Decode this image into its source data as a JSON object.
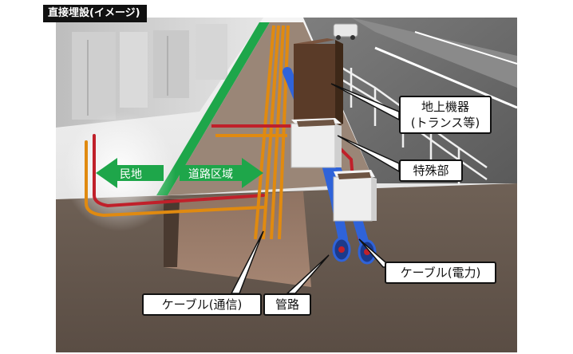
{
  "title": "直接埋設(イメージ)",
  "labels": {
    "minchi": "民地",
    "doro_kuiki": "道路区域",
    "chijo_kiki_line1": "地上機器",
    "chijo_kiki_line2": "(トランス等)",
    "tokushubu": "特殊部",
    "cable_denryoku": "ケーブル(電力)",
    "cable_tsushin": "ケーブル(通信)",
    "kanro": "管路"
  },
  "colors": {
    "arrow_green": "#1ea64a",
    "cable_orange": "#e08a10",
    "cable_red": "#c0202a",
    "pipe_blue": "#2f63d9",
    "soil": "#6b5b4e",
    "transformer": "#5a3b28"
  }
}
